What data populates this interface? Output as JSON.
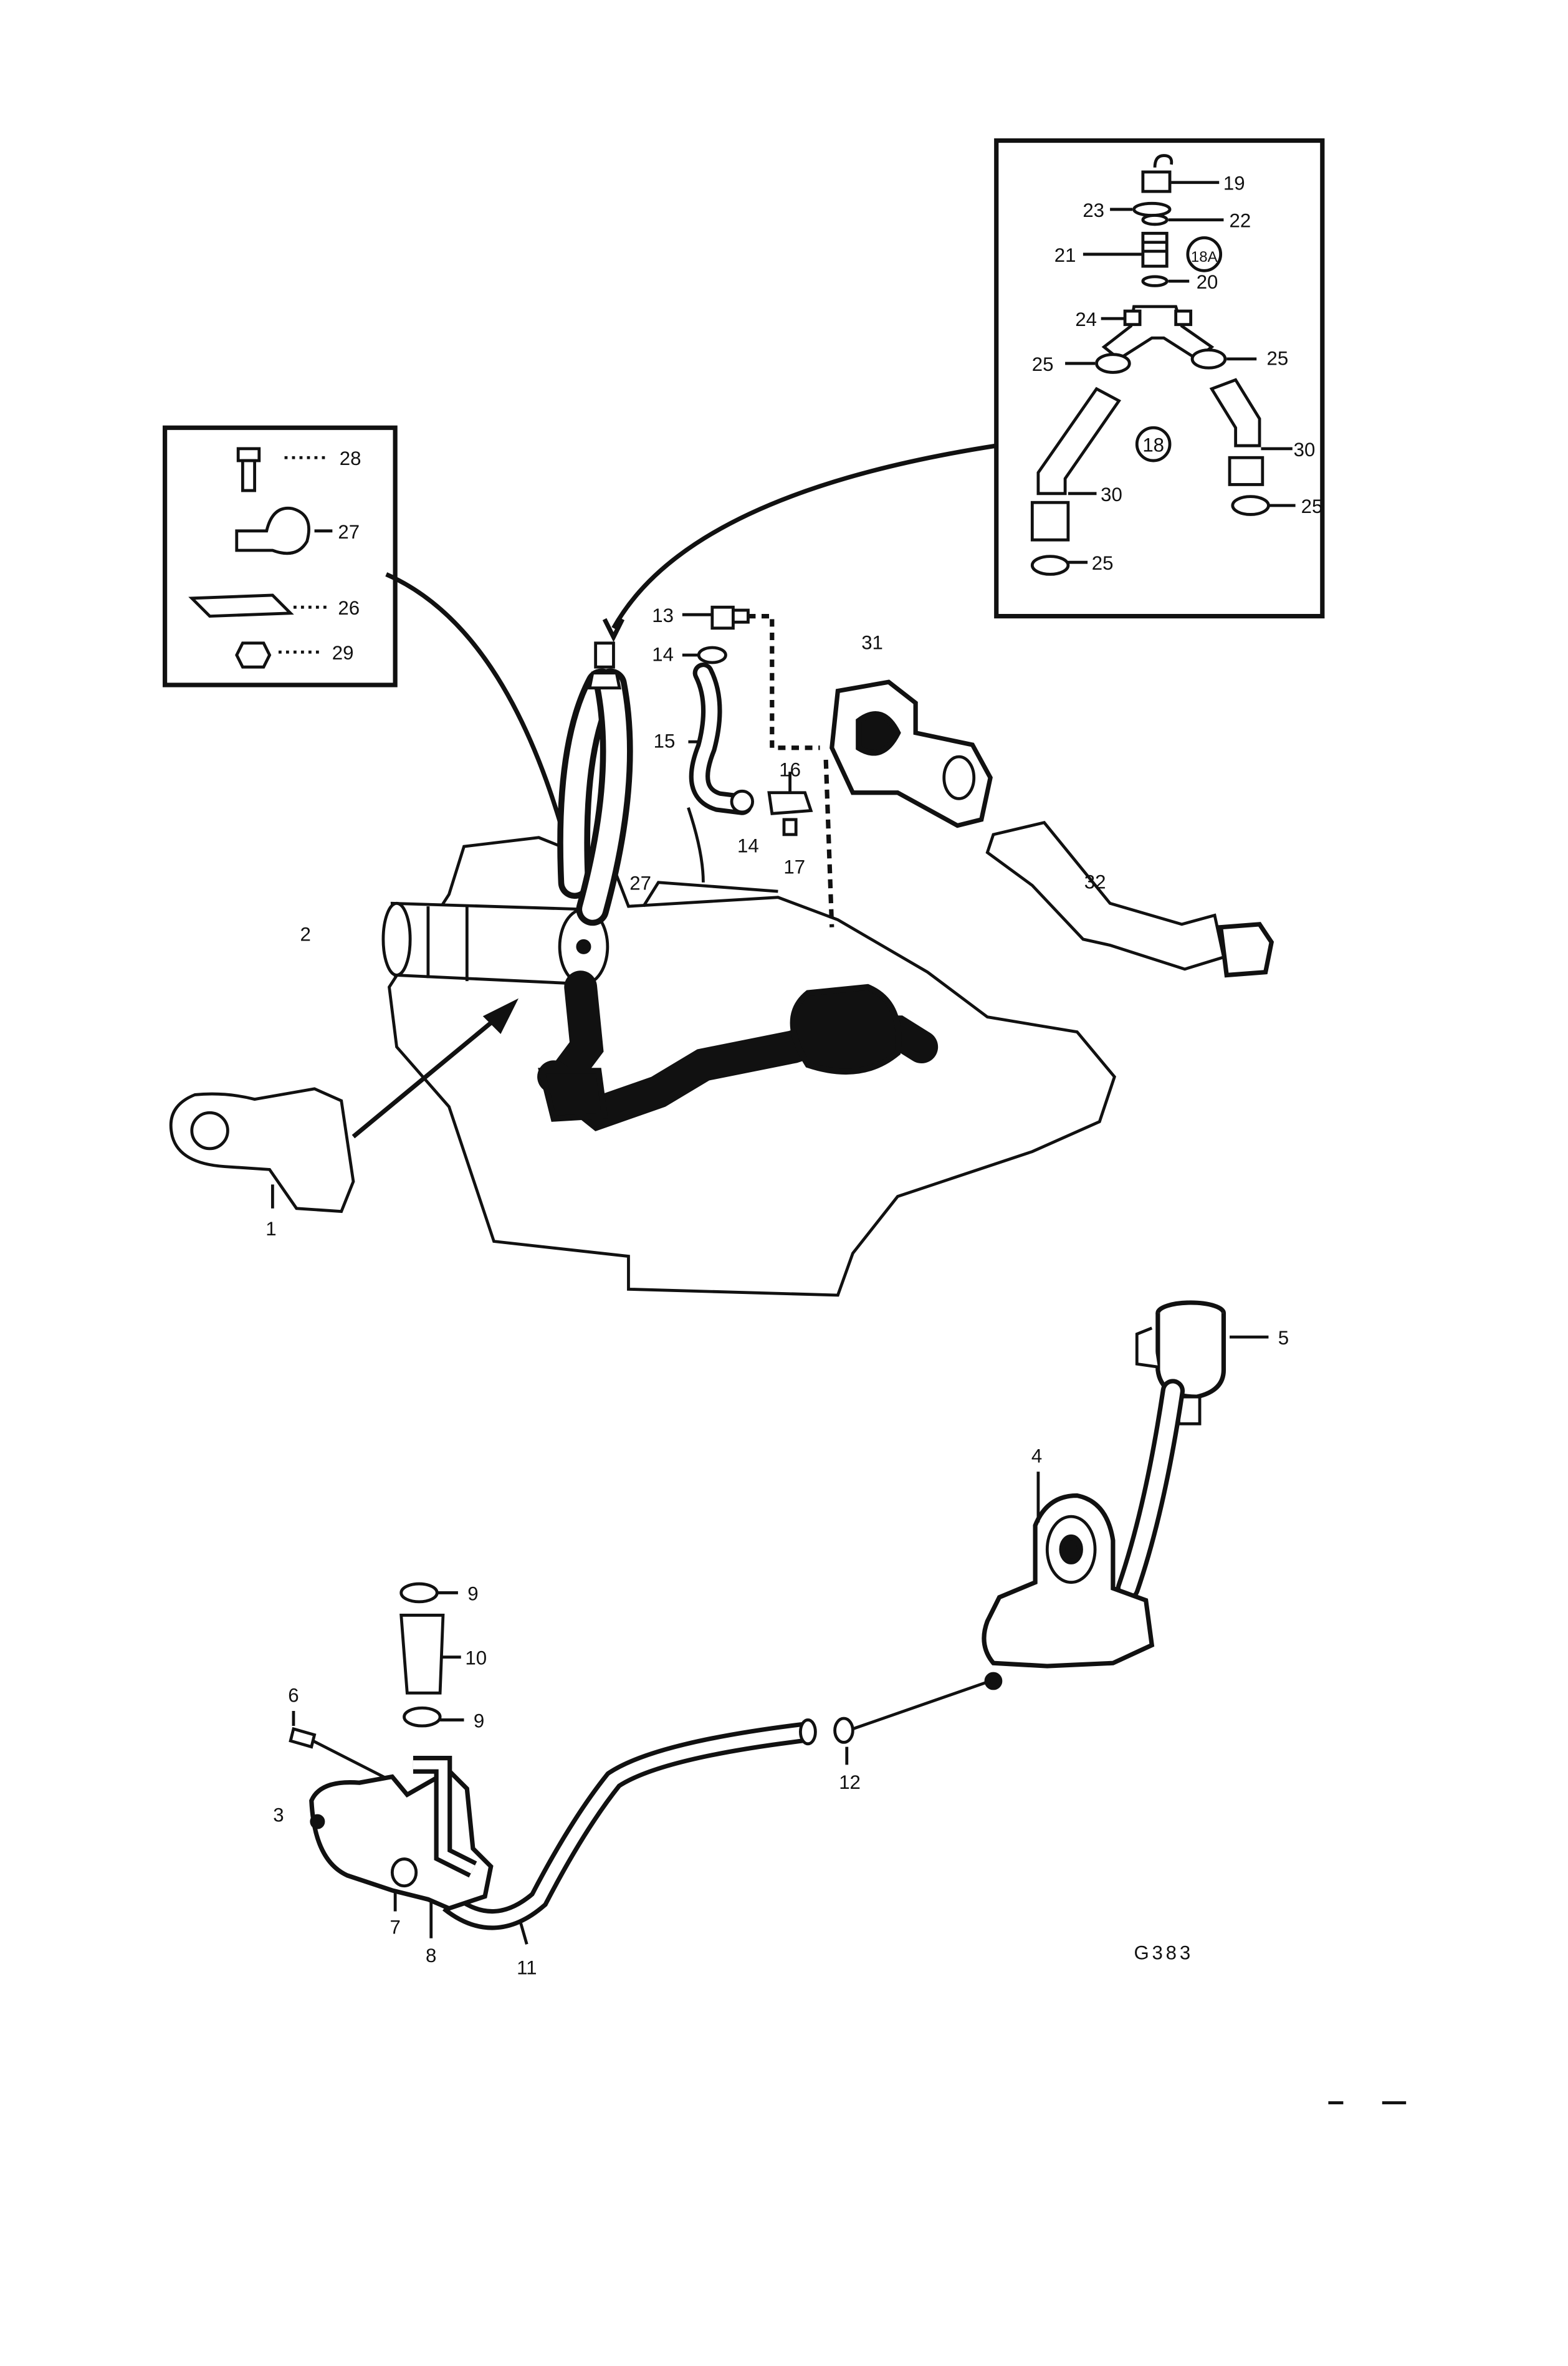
{
  "diagram": {
    "drawing_code": "G383",
    "insets": {
      "hose_kit": {
        "callout_number": "18",
        "sub_callout": "18A"
      },
      "clamp_kit": {}
    },
    "parts": [
      {
        "id": "p1",
        "label": "1"
      },
      {
        "id": "p2",
        "label": "2"
      },
      {
        "id": "p3",
        "label": "3"
      },
      {
        "id": "p4",
        "label": "4"
      },
      {
        "id": "p5",
        "label": "5"
      },
      {
        "id": "p6",
        "label": "6"
      },
      {
        "id": "p7",
        "label": "7"
      },
      {
        "id": "p8",
        "label": "8"
      },
      {
        "id": "p9a",
        "label": "9"
      },
      {
        "id": "p9b",
        "label": "9"
      },
      {
        "id": "p10",
        "label": "10"
      },
      {
        "id": "p11",
        "label": "11"
      },
      {
        "id": "p12",
        "label": "12"
      },
      {
        "id": "p13",
        "label": "13"
      },
      {
        "id": "p14a",
        "label": "14"
      },
      {
        "id": "p14b",
        "label": "14"
      },
      {
        "id": "p15",
        "label": "15"
      },
      {
        "id": "p16",
        "label": "16"
      },
      {
        "id": "p17",
        "label": "17"
      },
      {
        "id": "p19",
        "label": "19"
      },
      {
        "id": "p20",
        "label": "20"
      },
      {
        "id": "p21",
        "label": "21"
      },
      {
        "id": "p22",
        "label": "22"
      },
      {
        "id": "p23",
        "label": "23"
      },
      {
        "id": "p24",
        "label": "24"
      },
      {
        "id": "p25a",
        "label": "25"
      },
      {
        "id": "p25b",
        "label": "25"
      },
      {
        "id": "p25c",
        "label": "25"
      },
      {
        "id": "p25d",
        "label": "25"
      },
      {
        "id": "p26",
        "label": "26"
      },
      {
        "id": "p27a",
        "label": "27"
      },
      {
        "id": "p27b",
        "label": "27"
      },
      {
        "id": "p28",
        "label": "28"
      },
      {
        "id": "p29",
        "label": "29"
      },
      {
        "id": "p30a",
        "label": "30"
      },
      {
        "id": "p30b",
        "label": "30"
      },
      {
        "id": "p31",
        "label": "31"
      },
      {
        "id": "p32",
        "label": "32"
      }
    ]
  }
}
